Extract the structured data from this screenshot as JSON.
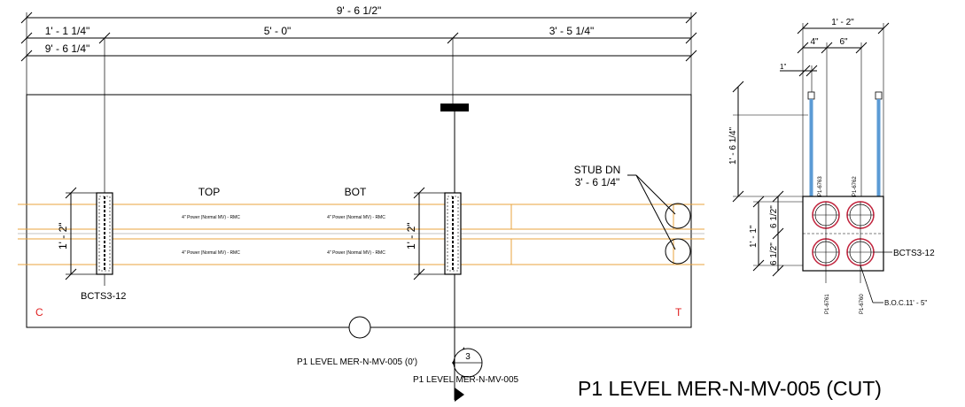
{
  "plan": {
    "dim_overall": "9' - 6 1/2\"",
    "dim_seg1": "1' - 1 1/4\"",
    "dim_seg2": "5' - 0\"",
    "dim_seg3": "3' - 5 1/4\"",
    "dim_inner": "9' - 6 1/4\"",
    "label_top": "TOP",
    "label_bot": "BOT",
    "conduit_label": "4\" Power (Normal MV) - RMC",
    "stub_line1": "STUB DN",
    "stub_line2": "3' - 6 1/4\"",
    "dim_vert_left": "1' - 2\"",
    "dim_vert_right": "1' - 2\"",
    "tag_bcts": "BCTS3-12",
    "marker_c": "C",
    "marker_t": "T",
    "ref_level": "P1 LEVEL MER-N-MV-005 (0')",
    "section_number": "3",
    "section_ref": "P1 LEVEL MER-N-MV-005"
  },
  "section": {
    "dim_top": "1' - 2\"",
    "dim_4": "4\"",
    "dim_6": "6\"",
    "dim_1": "1\"",
    "dim_vert": "1' - 6 1/4\"",
    "dim_61_2_top": "6 1/2\"",
    "dim_61_2_bot": "6 1/2\"",
    "dim_1_1": "1' - 1\"",
    "tag_bcts": "BCTS3-12",
    "tag_boc": "B.O.C.11' - 5\"",
    "cond_p1_6763": "P1-6763",
    "cond_p1_6762": "P1-6762",
    "cond_p1_6761": "P1-6761",
    "cond_p1_6760": "P1-6760"
  },
  "title": "P1 LEVEL MER-N-MV-005 (CUT)",
  "colors": {
    "conduit_orange": "#e8a33c",
    "conduit_red": "#c0203a",
    "riser_blue": "#5b9bd5",
    "marker_red": "#e02020"
  }
}
